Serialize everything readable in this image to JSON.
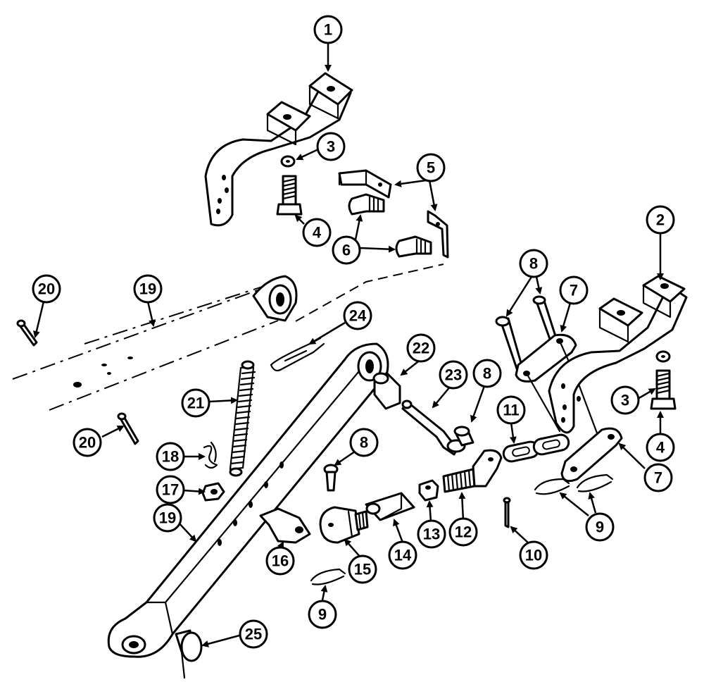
{
  "callouts": [
    {
      "id": "c1",
      "label": "1"
    },
    {
      "id": "c2",
      "label": "2"
    },
    {
      "id": "c3a",
      "label": "3"
    },
    {
      "id": "c3b",
      "label": "3"
    },
    {
      "id": "c4a",
      "label": "4"
    },
    {
      "id": "c4b",
      "label": "4"
    },
    {
      "id": "c5",
      "label": "5"
    },
    {
      "id": "c6",
      "label": "6"
    },
    {
      "id": "c7a",
      "label": "7"
    },
    {
      "id": "c7b",
      "label": "7"
    },
    {
      "id": "c8a",
      "label": "8"
    },
    {
      "id": "c8b",
      "label": "8"
    },
    {
      "id": "c8c",
      "label": "8"
    },
    {
      "id": "c9a",
      "label": "9"
    },
    {
      "id": "c9b",
      "label": "9"
    },
    {
      "id": "c10",
      "label": "10"
    },
    {
      "id": "c11",
      "label": "11"
    },
    {
      "id": "c12",
      "label": "12"
    },
    {
      "id": "c13",
      "label": "13"
    },
    {
      "id": "c14",
      "label": "14"
    },
    {
      "id": "c15",
      "label": "15"
    },
    {
      "id": "c16",
      "label": "16"
    },
    {
      "id": "c17",
      "label": "17"
    },
    {
      "id": "c18",
      "label": "18"
    },
    {
      "id": "c19a",
      "label": "19"
    },
    {
      "id": "c19b",
      "label": "19"
    },
    {
      "id": "c20a",
      "label": "20"
    },
    {
      "id": "c20b",
      "label": "20"
    },
    {
      "id": "c21",
      "label": "21"
    },
    {
      "id": "c22",
      "label": "22"
    },
    {
      "id": "c23",
      "label": "23"
    },
    {
      "id": "c24",
      "label": "24"
    },
    {
      "id": "c25",
      "label": "25"
    }
  ]
}
